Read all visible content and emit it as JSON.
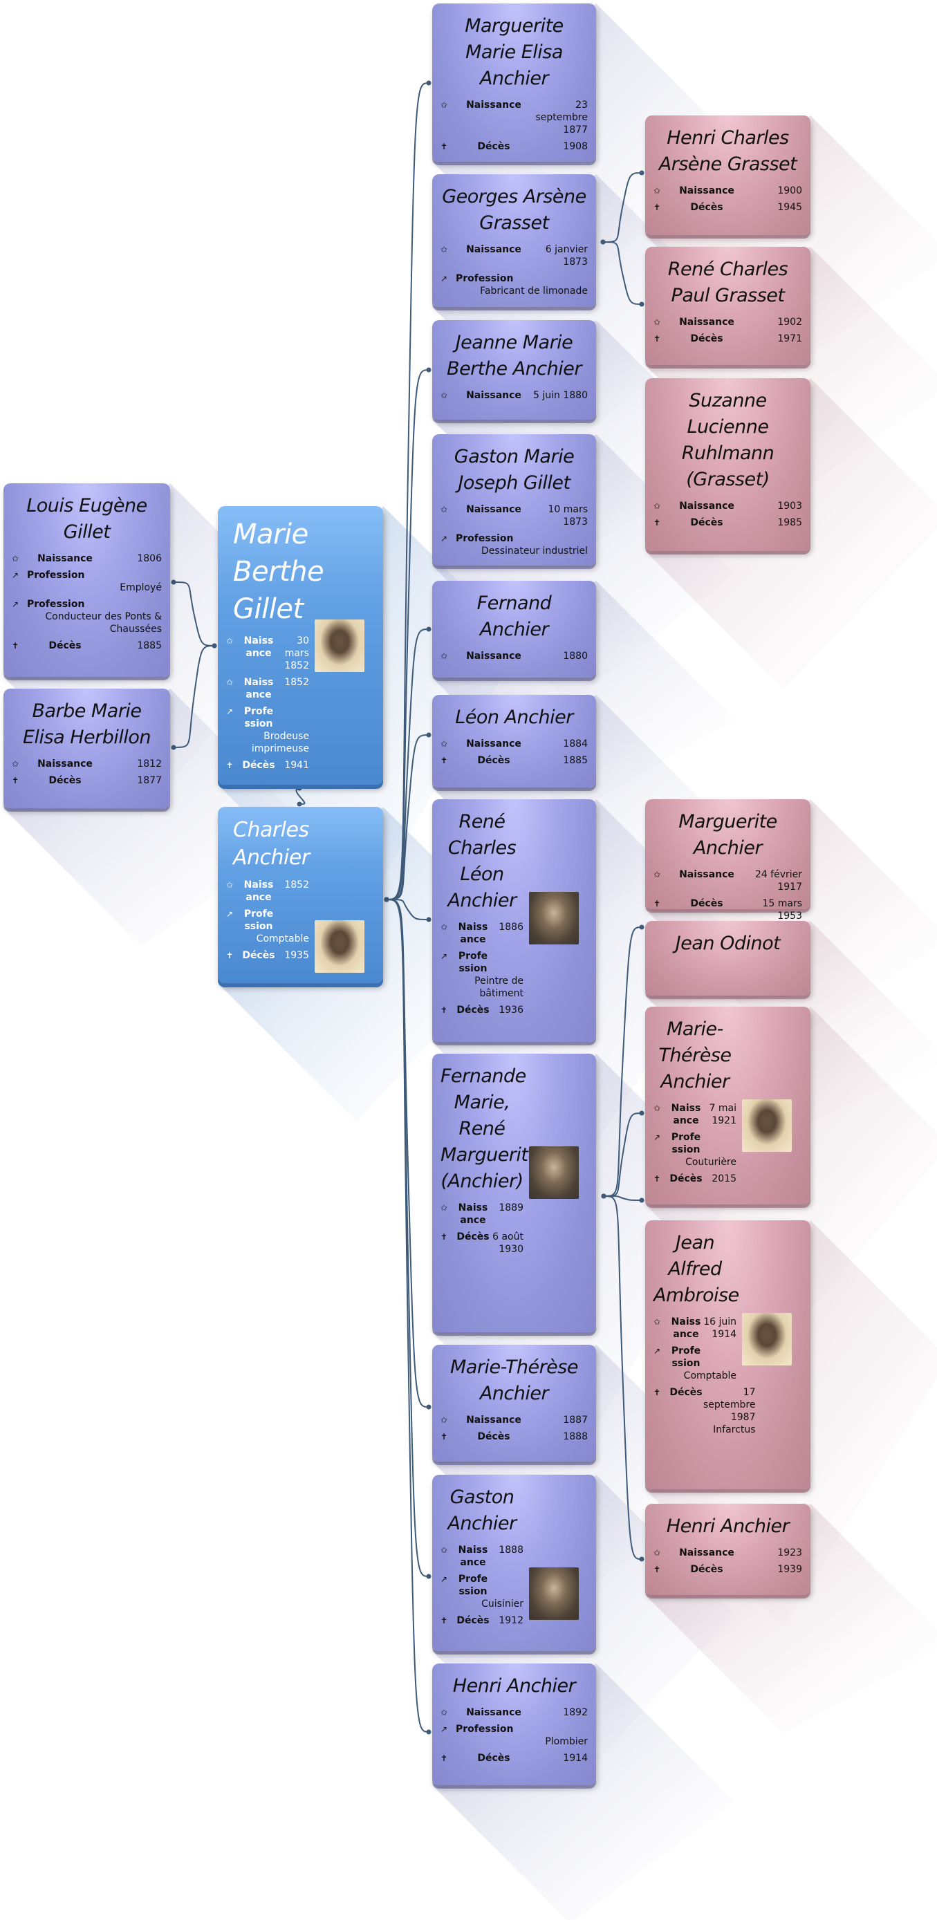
{
  "colors": {
    "ancestor": "#9a9de2",
    "focus": "#5a97de",
    "descendant": "#d39fad",
    "connector": "#3e5a78"
  },
  "labels": {
    "birth": "Naissance",
    "profession": "Profession",
    "death": "Décès"
  },
  "cards": [
    {
      "id": "louis",
      "name": "Louis Eugène Gillet",
      "style": "blue",
      "rows": [
        {
          "icon": "star",
          "label": "Naissance",
          "value": "1806"
        },
        {
          "icon": "hammer",
          "label": "Profession",
          "value": "Employé"
        },
        {
          "icon": "hammer",
          "label": "Profession",
          "value": "Conducteur des Ponts & Chaussées"
        },
        {
          "icon": "cross",
          "label": "Décès",
          "value": "1885"
        }
      ]
    },
    {
      "id": "barbe",
      "name": "Barbe Marie Elisa Herbillon",
      "style": "blue",
      "rows": [
        {
          "icon": "star",
          "label": "Naissance",
          "value": "1812"
        },
        {
          "icon": "cross",
          "label": "Décès",
          "value": "1877"
        }
      ]
    },
    {
      "id": "marieberthe",
      "name": "Marie Berthe Gillet",
      "style": "focus",
      "photo": "pale",
      "rows": [
        {
          "icon": "star",
          "label": "Naissance",
          "value": "30 mars 1852"
        },
        {
          "icon": "star",
          "label": "Naissance",
          "value": "1852"
        },
        {
          "icon": "hammer",
          "label": "Profession",
          "value": "Brodeuse imprimeuse"
        },
        {
          "icon": "cross",
          "label": "Décès",
          "value": "1941"
        }
      ]
    },
    {
      "id": "charles",
      "name": "Charles Anchier",
      "style": "focus small",
      "photo": "pale",
      "rows": [
        {
          "icon": "star",
          "label": "Naissance",
          "value": "1852"
        },
        {
          "icon": "hammer",
          "label": "Profession",
          "value": "Comptable"
        },
        {
          "icon": "cross",
          "label": "Décès",
          "value": "1935"
        }
      ]
    },
    {
      "id": "marguerite1",
      "name": "Marguerite Marie Elisa Anchier",
      "style": "blue",
      "rows": [
        {
          "icon": "star",
          "label": "Naissance",
          "value": "23 septembre 1877"
        },
        {
          "icon": "cross",
          "label": "Décès",
          "value": "1908"
        }
      ]
    },
    {
      "id": "georges",
      "name": "Georges Arsène Grasset",
      "style": "blue",
      "rows": [
        {
          "icon": "star",
          "label": "Naissance",
          "value": "6 janvier 1873"
        },
        {
          "icon": "hammer",
          "label": "Profession",
          "value": "Fabricant de limonade"
        }
      ]
    },
    {
      "id": "jeanne",
      "name": "Jeanne Marie Berthe Anchier",
      "style": "blue",
      "rows": [
        {
          "icon": "star",
          "label": "Naissance",
          "value": "5 juin 1880"
        }
      ]
    },
    {
      "id": "gastonmj",
      "name": "Gaston Marie Joseph Gillet",
      "style": "blue",
      "rows": [
        {
          "icon": "star",
          "label": "Naissance",
          "value": "10 mars 1873"
        },
        {
          "icon": "hammer",
          "label": "Profession",
          "value": "Dessinateur industriel"
        }
      ]
    },
    {
      "id": "fernand",
      "name": "Fernand Anchier",
      "style": "blue",
      "rows": [
        {
          "icon": "star",
          "label": "Naissance",
          "value": "1880"
        }
      ]
    },
    {
      "id": "leon",
      "name": "Léon Anchier",
      "style": "blue",
      "rows": [
        {
          "icon": "star",
          "label": "Naissance",
          "value": "1884"
        },
        {
          "icon": "cross",
          "label": "Décès",
          "value": "1885"
        }
      ]
    },
    {
      "id": "renecl",
      "name": "René Charles Léon Anchier",
      "style": "blue",
      "photo": "dark",
      "rows": [
        {
          "icon": "star",
          "label": "Naissance",
          "value": "1886"
        },
        {
          "icon": "hammer",
          "label": "Profession",
          "value": "Peintre de bâtiment"
        },
        {
          "icon": "cross",
          "label": "Décès",
          "value": "1936"
        }
      ]
    },
    {
      "id": "fernande",
      "name": "Fernande Marie, René Marguerite (Anchier)",
      "style": "blue",
      "photo": "dark",
      "rows": [
        {
          "icon": "star",
          "label": "Naissance",
          "value": "1889"
        },
        {
          "icon": "cross",
          "label": "Décès",
          "value": "6 août 1930"
        }
      ]
    },
    {
      "id": "mtherese1",
      "name": "Marie-Thérèse Anchier",
      "style": "blue",
      "rows": [
        {
          "icon": "star",
          "label": "Naissance",
          "value": "1887"
        },
        {
          "icon": "cross",
          "label": "Décès",
          "value": "1888"
        }
      ]
    },
    {
      "id": "gastona",
      "name": "Gaston Anchier",
      "style": "blue",
      "photo": "dark",
      "rows": [
        {
          "icon": "star",
          "label": "Naissance",
          "value": "1888"
        },
        {
          "icon": "hammer",
          "label": "Profession",
          "value": "Cuisinier"
        },
        {
          "icon": "cross",
          "label": "Décès",
          "value": "1912"
        }
      ]
    },
    {
      "id": "henri1",
      "name": "Henri Anchier",
      "style": "blue",
      "rows": [
        {
          "icon": "star",
          "label": "Naissance",
          "value": "1892"
        },
        {
          "icon": "hammer",
          "label": "Profession",
          "value": "Plombier"
        },
        {
          "icon": "cross",
          "label": "Décès",
          "value": "1914"
        }
      ]
    },
    {
      "id": "henrica",
      "name": "Henri Charles Arsène Grasset",
      "style": "pink",
      "rows": [
        {
          "icon": "star",
          "label": "Naissance",
          "value": "1900"
        },
        {
          "icon": "cross",
          "label": "Décès",
          "value": "1945"
        }
      ]
    },
    {
      "id": "renecp",
      "name": "René Charles Paul  Grasset",
      "style": "pink",
      "rows": [
        {
          "icon": "star",
          "label": "Naissance",
          "value": "1902"
        },
        {
          "icon": "cross",
          "label": "Décès",
          "value": "1971"
        }
      ]
    },
    {
      "id": "suzanne",
      "name": "Suzanne Lucienne Ruhlmann (Grasset)",
      "style": "pink",
      "rows": [
        {
          "icon": "star",
          "label": "Naissance",
          "value": "1903"
        },
        {
          "icon": "cross",
          "label": "Décès",
          "value": "1985"
        }
      ]
    },
    {
      "id": "marguerite2",
      "name": "Marguerite Anchier",
      "style": "pink",
      "rows": [
        {
          "icon": "star",
          "label": "Naissance",
          "value": "24 février 1917"
        },
        {
          "icon": "cross",
          "label": "Décès",
          "value": "15 mars 1953"
        }
      ]
    },
    {
      "id": "odinot",
      "name": "Jean Odinot",
      "style": "pink",
      "rows": []
    },
    {
      "id": "mtherese2",
      "name": "Marie-Thérèse Anchier",
      "style": "pink",
      "photo": "pale",
      "rows": [
        {
          "icon": "star",
          "label": "Naissance",
          "value": "7 mai 1921"
        },
        {
          "icon": "hammer",
          "label": "Profession",
          "value": "Couturière"
        },
        {
          "icon": "cross",
          "label": "Décès",
          "value": "2015"
        }
      ]
    },
    {
      "id": "jeanalfred",
      "name": "Jean Alfred Ambroise",
      "style": "pink",
      "photo": "pale",
      "rows": [
        {
          "icon": "star",
          "label": "Naissance",
          "value": "16 juin 1914"
        },
        {
          "icon": "hammer",
          "label": "Profession",
          "value": "Comptable"
        },
        {
          "icon": "cross",
          "label": "Décès",
          "value": "17 septembre 1987 Infarctus"
        }
      ]
    },
    {
      "id": "henri2",
      "name": "Henri Anchier",
      "style": "pink",
      "rows": [
        {
          "icon": "star",
          "label": "Naissance",
          "value": "1923"
        },
        {
          "icon": "cross",
          "label": "Décès",
          "value": "1939"
        }
      ]
    }
  ]
}
